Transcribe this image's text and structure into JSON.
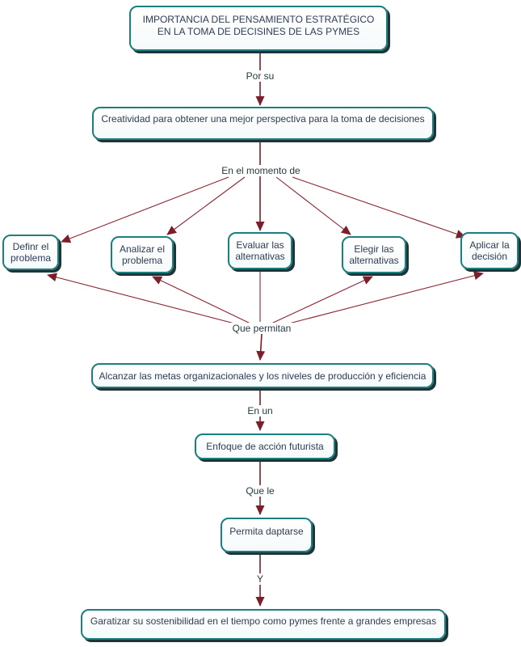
{
  "palette": {
    "border-teal": "#1A7F7E",
    "shadow-dark": "#1F3437",
    "arrow-maroon": "#7C1F2B",
    "line-maroon": "#8A2433",
    "node-text": "#2E3C55",
    "label-text": "#243B3F"
  },
  "nodes": {
    "title": "IMPORTANCIA DEL PENSAMIENTO ESTRATÉGICO\nEN LA TOMA DE DECISINES DE LAS PYMES",
    "creatividad": "Creatividad para obtener una mejor perspectiva para la toma de decisiones",
    "definr": "Definr el problema",
    "analizar": "Analizar el problema",
    "evaluar": "Evaluar las alternativas",
    "elegir": "Elegir las alternativas",
    "aplicar": "Aplicar la decisión",
    "alcanzar": "Alcanzar las metas organizacionales y los niveles de producción y eficiencia",
    "enfoque": "Enfoque de acción futurista",
    "permita": "Permita daptarse",
    "garatizar": "Garatizar su sostenibilidad en el tiempo como pymes frente a grandes empresas"
  },
  "connectors": {
    "por_su": "Por su",
    "en_el_momento_de": "En el momento de",
    "que_permitan": "Que permitan",
    "en_un": "En un",
    "que_le": "Que le",
    "y": "Y"
  }
}
